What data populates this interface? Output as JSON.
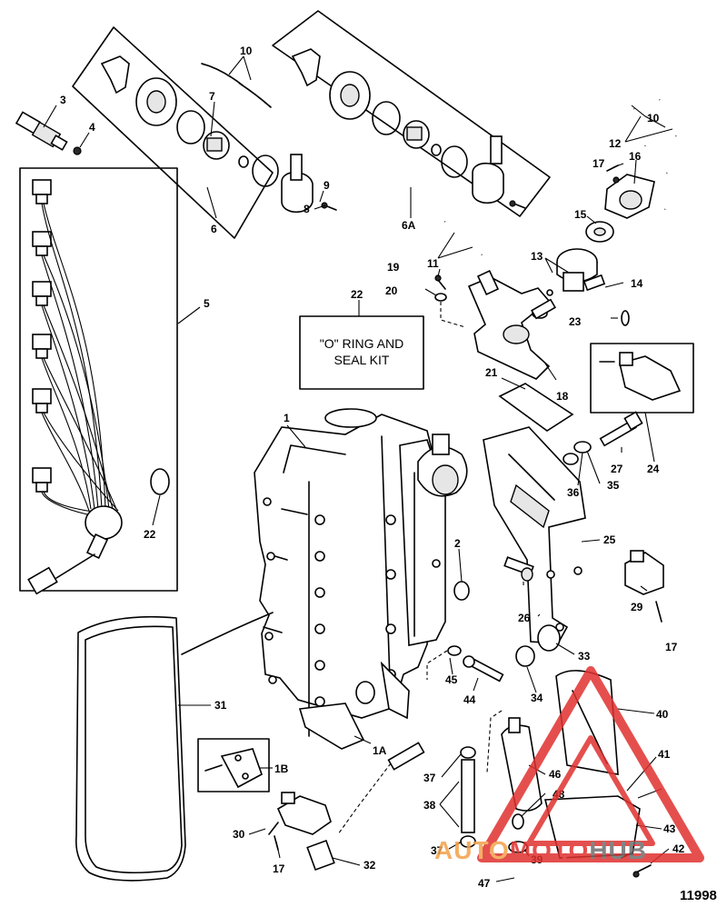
{
  "kit_label": {
    "line1": "\"O\" RING AND",
    "line2": "SEAL KIT"
  },
  "figure_number": "11998",
  "callouts": {
    "c1": "1",
    "c1a": "1A",
    "c1b": "1B",
    "c2": "2",
    "c3": "3",
    "c4": "4",
    "c5": "5",
    "c6": "6",
    "c6a": "6A",
    "c7": "7",
    "c8": "8",
    "c9": "9",
    "c10a": "10",
    "c10b": "10",
    "c11": "11",
    "c12": "12",
    "c13": "13",
    "c14": "14",
    "c15": "15",
    "c16": "16",
    "c17a": "17",
    "c17b": "17",
    "c17c": "17",
    "c18": "18",
    "c19": "19",
    "c20": "20",
    "c21": "21",
    "c22a": "22",
    "c22b": "22",
    "c23": "23",
    "c24": "24",
    "c25": "25",
    "c26": "26",
    "c27": "27",
    "c29": "29",
    "c30": "30",
    "c31": "31",
    "c32": "32",
    "c33": "33",
    "c34": "34",
    "c35": "35",
    "c36": "36",
    "c37a": "37",
    "c37b": "37",
    "c38": "38",
    "c39": "39",
    "c40": "40",
    "c41": "41",
    "c42": "42",
    "c43": "43",
    "c44": "44",
    "c45": "45",
    "c46": "46",
    "c47": "47",
    "c48": "48"
  },
  "watermark": {
    "part1": "AUTO",
    "part2": "MOTO",
    "part3": "HUB",
    "color_red": "#e0312f",
    "color_orange": "#f2a24a",
    "color_gray": "#6e6e6e"
  }
}
